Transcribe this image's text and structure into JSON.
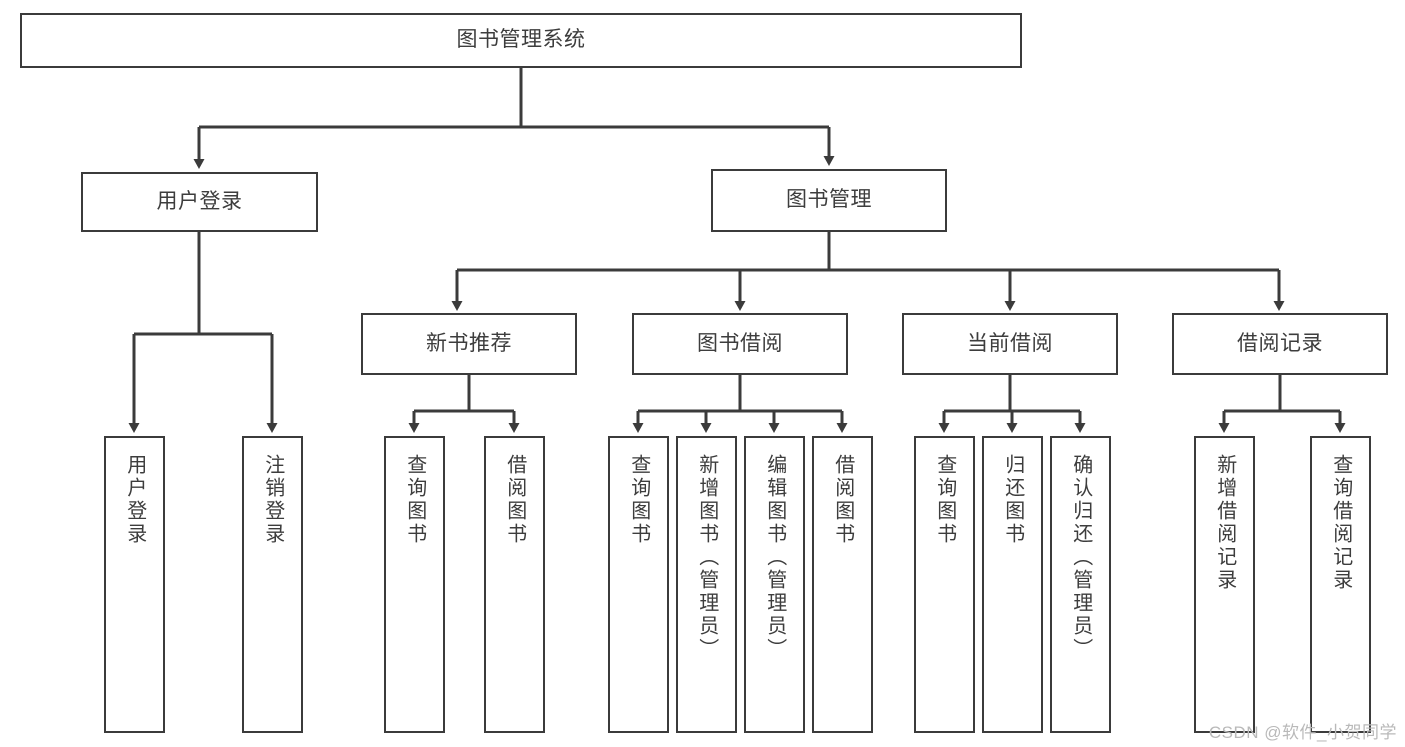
{
  "diagram": {
    "title": "图书管理系统",
    "type": "hierarchy-tree",
    "accent_line_color": "#3b3b3b",
    "text_color": "#3d3d3d",
    "background_color": "#ffffff"
  },
  "root": {
    "label": "图书管理系统"
  },
  "level2": [
    {
      "label": "用户登录"
    },
    {
      "label": "图书管理"
    }
  ],
  "level3": [
    {
      "label": "新书推荐"
    },
    {
      "label": "图书借阅"
    },
    {
      "label": "当前借阅"
    },
    {
      "label": "借阅记录"
    }
  ],
  "leaves": {
    "user_login": [
      {
        "label": "用户登录"
      },
      {
        "label": "注销登录"
      }
    ],
    "new_book_recommend": [
      {
        "label": "查询图书"
      },
      {
        "label": "借阅图书"
      }
    ],
    "book_borrow": [
      {
        "label": "查询图书"
      },
      {
        "label": "新增图书（管理员）"
      },
      {
        "label": "编辑图书（管理员）"
      },
      {
        "label": "借阅图书"
      }
    ],
    "current_borrow": [
      {
        "label": "查询图书"
      },
      {
        "label": "归还图书"
      },
      {
        "label": "确认归还（管理员）"
      }
    ],
    "borrow_record": [
      {
        "label": "新增借阅记录"
      },
      {
        "label": "查询借阅记录"
      }
    ]
  },
  "watermark": {
    "text": "CSDN @软件_小贺同学"
  }
}
